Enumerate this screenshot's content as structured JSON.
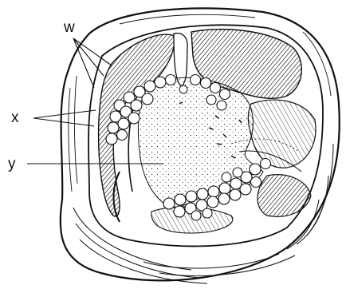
{
  "labels": {
    "w": "w",
    "x": "x",
    "y": "y"
  },
  "colors": {
    "ink": "#111111",
    "background": "#ffffff"
  }
}
